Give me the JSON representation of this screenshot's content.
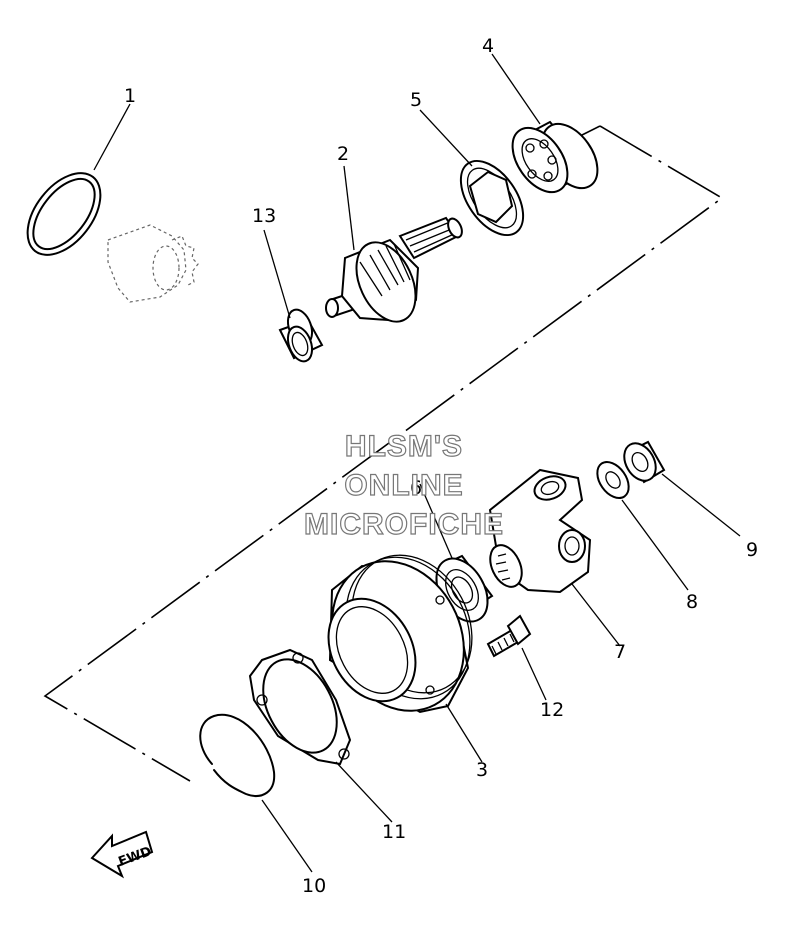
{
  "watermark": {
    "line1": "HLSM'S",
    "line2": "ONLINE",
    "line3": "MICROFICHE"
  },
  "fwd_label": "FWD",
  "callouts": {
    "c1": "1",
    "c2": "2",
    "c3": "3",
    "c4": "4",
    "c5": "5",
    "c6": "6",
    "c7": "7",
    "c8": "8",
    "c9": "9",
    "c10": "10",
    "c11": "11",
    "c12": "12",
    "c13": "13"
  }
}
